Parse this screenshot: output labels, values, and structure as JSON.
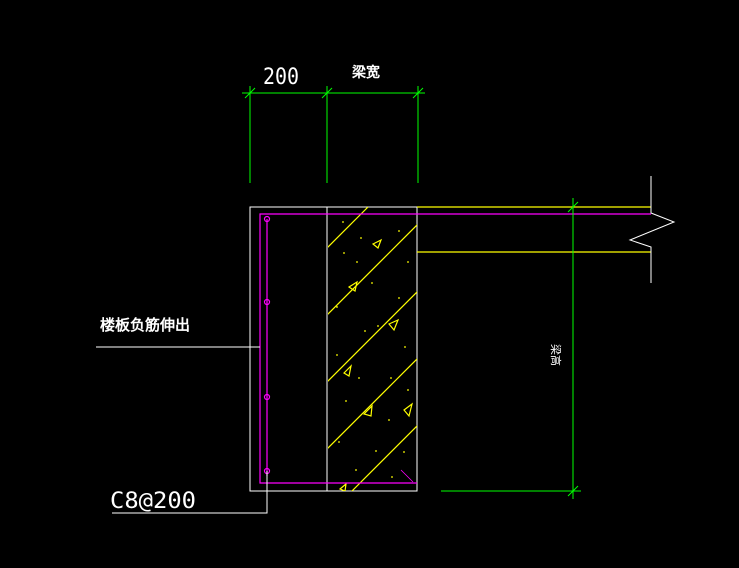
{
  "dimensions": {
    "width_200_label": "200",
    "beam_width_label": "梁宽",
    "beam_height_label": "梁高"
  },
  "annotations": {
    "slab_rebar_label": "楼板负筋伸出",
    "rebar_spec_label": "C8@200"
  },
  "colors": {
    "background": "#000000",
    "dimension": "#00ff00",
    "outline": "#ffffff",
    "concrete": "#ffff00",
    "rebar": "#ff00ff"
  }
}
